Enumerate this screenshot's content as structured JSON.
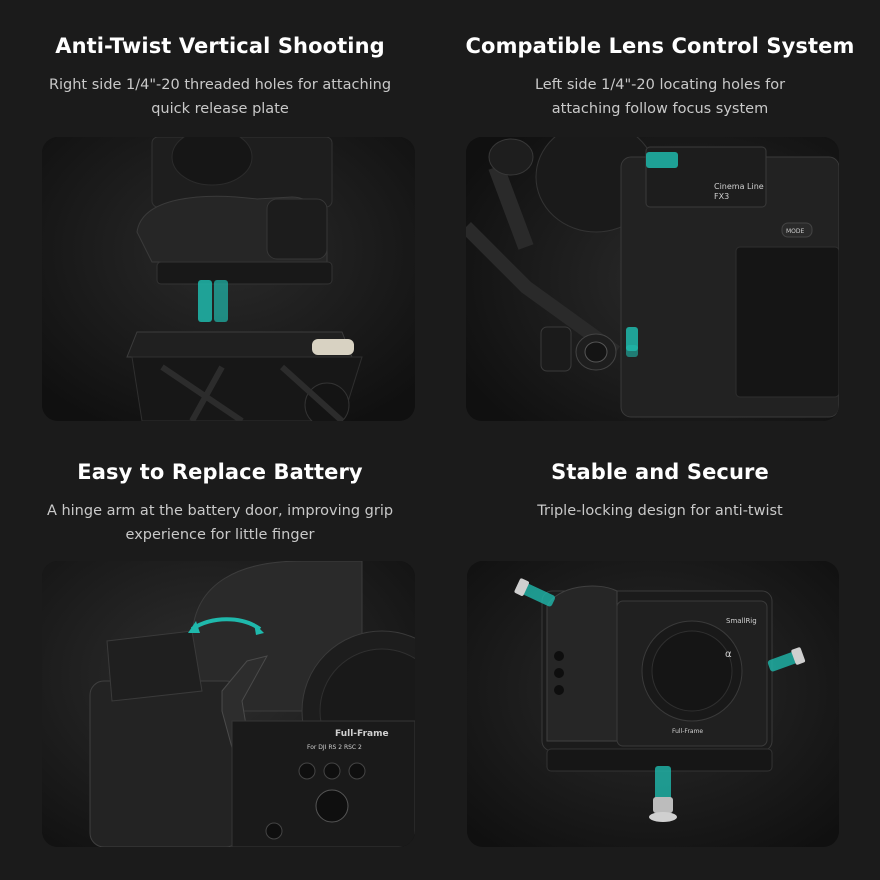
{
  "features": [
    {
      "title": "Anti-Twist Vertical Shooting",
      "desc_line1": "Right side 1/4\"-20 threaded holes for attaching",
      "desc_line2": "quick release plate"
    },
    {
      "title": "Compatible Lens Control System",
      "desc_line1": "Left side 1/4\"-20 locating holes for",
      "desc_line2": "attaching follow focus system",
      "image_labels": {
        "line1": "Cinema Line",
        "line2": "FX3",
        "mode": "MODE"
      }
    },
    {
      "title": "Easy to Replace Battery",
      "desc_line1": "A hinge arm at the battery door, improving grip",
      "desc_line2": "experience for little finger",
      "image_labels": {
        "frame": "Full-Frame",
        "compat": "For DJI RS 2 RSC 2"
      }
    },
    {
      "title": "Stable and Secure",
      "desc_line1": "Triple-locking design for anti-twist",
      "desc_line2": "",
      "image_labels": {
        "frame": "Full-Frame",
        "brand": "SmallRig",
        "alpha": "α"
      }
    }
  ],
  "colors": {
    "background": "#1b1b1b",
    "panel": "#111111",
    "accent_teal": "#1fb9ac",
    "text_primary": "#ffffff",
    "text_secondary": "#c9c9c9"
  }
}
